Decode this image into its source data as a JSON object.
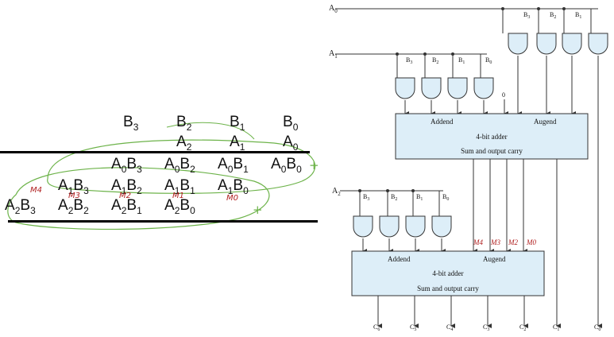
{
  "multiplication": {
    "row_b": [
      {
        "base": "B",
        "sub": "3"
      },
      {
        "base": "B",
        "sub": "2"
      },
      {
        "base": "B",
        "sub": "1"
      },
      {
        "base": "B",
        "sub": "0"
      }
    ],
    "row_a": [
      {
        "base": "A",
        "sub": "2"
      },
      {
        "base": "A",
        "sub": "1"
      },
      {
        "base": "A",
        "sub": "0"
      }
    ],
    "pp0": [
      {
        "a": "A",
        "as": "0",
        "b": "B",
        "bs": "3"
      },
      {
        "a": "A",
        "as": "0",
        "b": "B",
        "bs": "2"
      },
      {
        "a": "A",
        "as": "0",
        "b": "B",
        "bs": "1"
      },
      {
        "a": "A",
        "as": "0",
        "b": "B",
        "bs": "0"
      }
    ],
    "pp1": [
      {
        "a": "A",
        "as": "1",
        "b": "B",
        "bs": "3"
      },
      {
        "a": "A",
        "as": "1",
        "b": "B",
        "bs": "2"
      },
      {
        "a": "A",
        "as": "1",
        "b": "B",
        "bs": "1"
      },
      {
        "a": "A",
        "as": "1",
        "b": "B",
        "bs": "0"
      }
    ],
    "pp2": [
      {
        "a": "A",
        "as": "2",
        "b": "B",
        "bs": "3"
      },
      {
        "a": "A",
        "as": "2",
        "b": "B",
        "bs": "2"
      },
      {
        "a": "A",
        "as": "2",
        "b": "B",
        "bs": "1"
      },
      {
        "a": "A",
        "as": "2",
        "b": "B",
        "bs": "0"
      }
    ],
    "annotations": [
      "M4",
      "M3",
      "M2",
      "M1",
      "M0"
    ],
    "plus_sign": "+"
  },
  "circuit": {
    "inputs": {
      "a0": "A",
      "a0s": "0",
      "a1": "A",
      "a1s": "1",
      "a2": "A",
      "a2s": "2"
    },
    "b_labels": [
      {
        "base": "B",
        "sub": "3"
      },
      {
        "base": "B",
        "sub": "2"
      },
      {
        "base": "B",
        "sub": "1"
      },
      {
        "base": "B",
        "sub": "0"
      }
    ],
    "zero_label": "0",
    "adder1": {
      "addend": "Addend",
      "augend": "Augend",
      "title": "4-bit adder",
      "footer": "Sum and output carry"
    },
    "adder2": {
      "addend": "Addend",
      "augend": "Augend",
      "title": "4-bit adder",
      "footer": "Sum and output carry"
    },
    "m_labels": [
      "M4",
      "M3",
      "M2",
      "M0"
    ],
    "outputs": [
      {
        "base": "C",
        "sub": "6"
      },
      {
        "base": "C",
        "sub": "5"
      },
      {
        "base": "C",
        "sub": "4"
      },
      {
        "base": "C",
        "sub": "3"
      },
      {
        "base": "C",
        "sub": "2"
      },
      {
        "base": "C",
        "sub": "1"
      },
      {
        "base": "C",
        "sub": "0"
      }
    ],
    "colors": {
      "adder_fill": "#ddeef8",
      "gate_fill": "#ddeef8",
      "stroke": "#333333",
      "annotation": "#b02020",
      "marker": "#6db34a"
    }
  }
}
